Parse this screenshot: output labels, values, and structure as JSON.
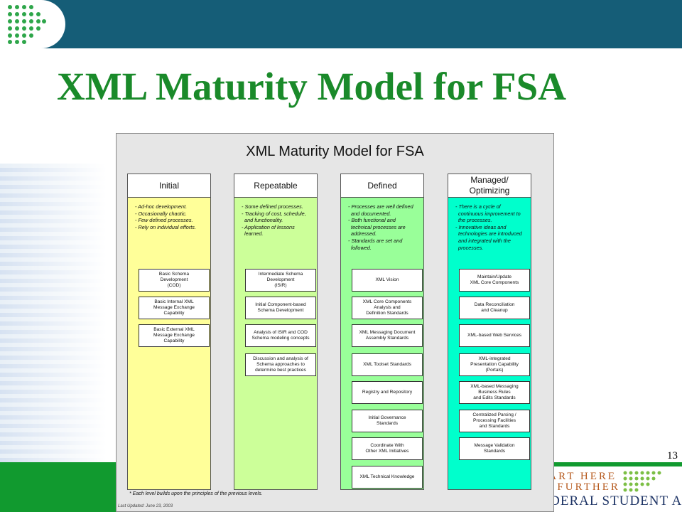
{
  "slide": {
    "title": "XML Maturity Model for FSA",
    "page_number": "13"
  },
  "branding": {
    "line1": "START HERE",
    "line2": "GO FURTHER",
    "line3": "FEDERAL STUDENT AID"
  },
  "diagram": {
    "title": "XML Maturity Model for FSA",
    "note": "* Each level builds upon the principles of the previous levels.",
    "updated": "Last Updated: June 23, 2003",
    "stages": [
      {
        "label": "Initial",
        "color": "#ffff99",
        "description": [
          "- Ad-hoc development.",
          "- Occasionally chaotic.",
          "- Few defined processes.",
          "- Rely on individual efforts."
        ],
        "boxes": [
          "Basic Schema\nDevelopment\n(COD)",
          "Basic Internal XML\nMessage Exchange\nCapability",
          "Basic External XML\nMessage Exchange\nCapability"
        ]
      },
      {
        "label": "Repeatable",
        "color": "#ccff99",
        "description": [
          "- Some defined processes.",
          "- Tracking of cost, schedule,",
          "  and functionality.",
          "- Application of lessons",
          "  learned."
        ],
        "boxes": [
          "Intermediate Schema\nDevelopment\n(ISIR)",
          "Initial Component-based\nSchema Development",
          "Analysis of ISIR and COD\nSchema modeling concepts",
          "Discussion and analysis of\nSchema approaches to\ndetermine best practices"
        ]
      },
      {
        "label": "Defined",
        "color": "#99ff99",
        "description": [
          "- Processes are well defined",
          "  and documented.",
          "- Both functional and",
          "  technical processes are",
          "  addressed.",
          "- Standards are set and",
          "  followed."
        ],
        "boxes": [
          "XML Vision",
          "XML Core Components\nAnalysis and\nDefinition Standards",
          "XML Messaging Document\nAssembly Standards",
          "XML Toolset Standards",
          "Registry and Repository",
          "Initial Governance\nStandards",
          "Coordinate With\nOther XML Initiatives",
          "XML Technical Knowledge"
        ]
      },
      {
        "label": "Managed/\nOptimizing",
        "color": "#00ffcc",
        "description": [
          "- There is a cycle of",
          "  continuous improvement to",
          "  the processes.",
          "- Innovative ideas and",
          "  technologies are introduced",
          "  and integrated with the",
          "  processes."
        ],
        "boxes": [
          "Maintain/Update\nXML Core Components",
          "Data Reconciliation\nand Cleanup",
          "XML-based Web Services",
          "XML-integrated\nPresentation Capability\n(Portals)",
          "XML-based Messaging\nBusiness Rules\nand Edits Standards",
          "Centralized Parsing /\nProcessing Facilities\nand Standards",
          "Message Validation\nStandards"
        ]
      }
    ]
  }
}
